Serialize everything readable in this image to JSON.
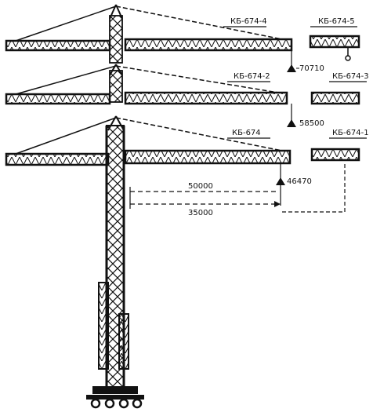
{
  "models": {
    "kb674_4": "КБ-674-4",
    "kb674_5": "КБ-674-5",
    "kb674_2": "КБ-674-2",
    "kb674_3": "КБ-674-3",
    "kb674": "КБ-674",
    "kb674_1": "КБ-674-1"
  },
  "dimensions": {
    "h_top": "70710",
    "h_mid": "58500",
    "h_low": "46470",
    "reach_long": "50000",
    "reach_short": "35000"
  }
}
